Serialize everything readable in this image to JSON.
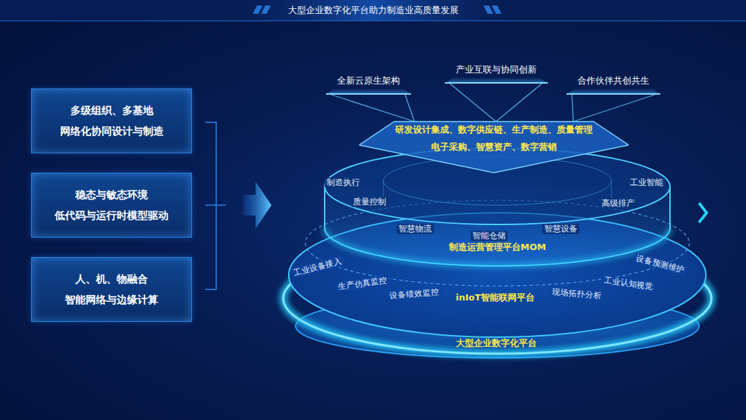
{
  "diagram": {
    "title": "大型企业数字化平台助力制造业高质量发展",
    "nodes": [
      {
        "text": [
          "多级组织、多基地 网络化协同设计与制造"
        ]
      },
      {
        "text": [
          "稳态与敏态环境 低代码与运行时模型驱动"
        ]
      },
      {
        "text": [
          "人、机、物融合 智能网络与边缘计算"
        ]
      },
      {
        "text": [
          "全新云原生架构"
        ]
      },
      {
        "text": [
          "产业互联与协同创新"
        ]
      },
      {
        "text": [
          "合作伙伴共创共生"
        ]
      },
      {
        "text": [
          "研发设计集成、数字供应链、生产制造、质量管理 电子采购、智慧资产、数字营销"
        ]
      },
      {
        "text": [
          "制造运营管理平台MOM"
        ]
      },
      {
        "text": [
          "inIoT智能联网平台"
        ]
      },
      {
        "text": [
          "大型企业数字化平台"
        ]
      }
    ],
    "edges": [
      {
        "from": 3,
        "to": 6,
        "arrow": "none"
      },
      {
        "from": 4,
        "to": 6,
        "arrow": "none"
      },
      {
        "from": 5,
        "to": 6,
        "arrow": "none"
      }
    ],
    "labels": [
      "制造执行",
      "质量控制",
      "智慧物流",
      "智能仓储",
      "智慧设备",
      "高级排产",
      "工业智能",
      "工业设备接入",
      "生产仿真监控",
      "设备绩效监控",
      "现场拓扑分析",
      "工业认知视觉",
      "设备预测维护"
    ]
  }
}
